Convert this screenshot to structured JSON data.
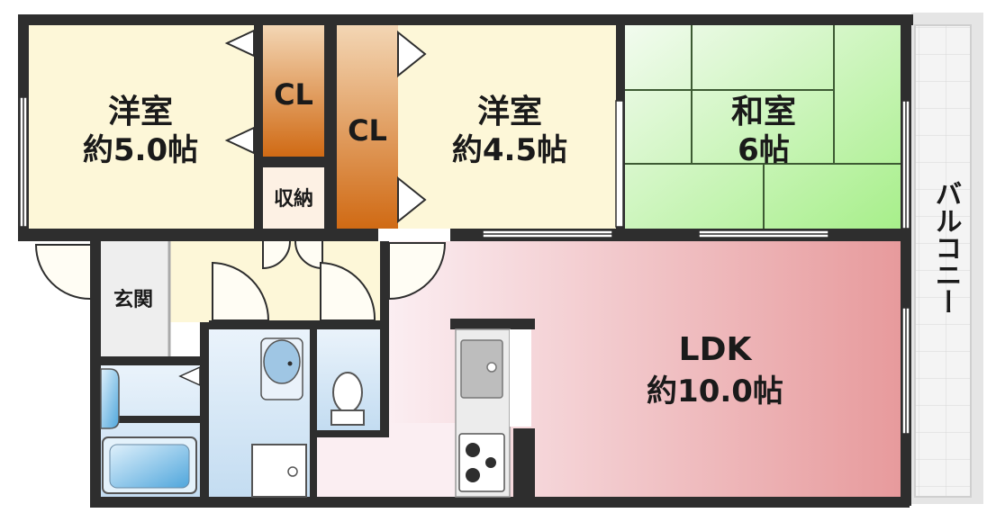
{
  "rooms": {
    "western_room_1": {
      "name": "洋室",
      "size": "約5.0帖"
    },
    "western_room_2": {
      "name": "洋室",
      "size": "約4.5帖"
    },
    "japanese_room": {
      "name": "和室",
      "size": "6帖"
    },
    "ldk": {
      "name": "LDK",
      "size": "約10.0帖"
    },
    "closet_1": {
      "name": "CL"
    },
    "closet_2": {
      "name": "CL"
    },
    "storage": {
      "name": "収納"
    },
    "entrance": {
      "name": "玄関"
    },
    "balcony": {
      "name": "バルコニー"
    }
  },
  "colors": {
    "wall": "#2e2e2e",
    "western_room": "#fdf7d8",
    "closet": "#d8741e",
    "japanese_room": "#d6f5c4",
    "tatami_line": "#3d5a33",
    "ldk_left": "#f8e4ea",
    "ldk_right": "#e8a0a2",
    "bath": "#cfe3f3",
    "fixture": "#9fc6e4",
    "balcony": "#f2f2f2"
  }
}
